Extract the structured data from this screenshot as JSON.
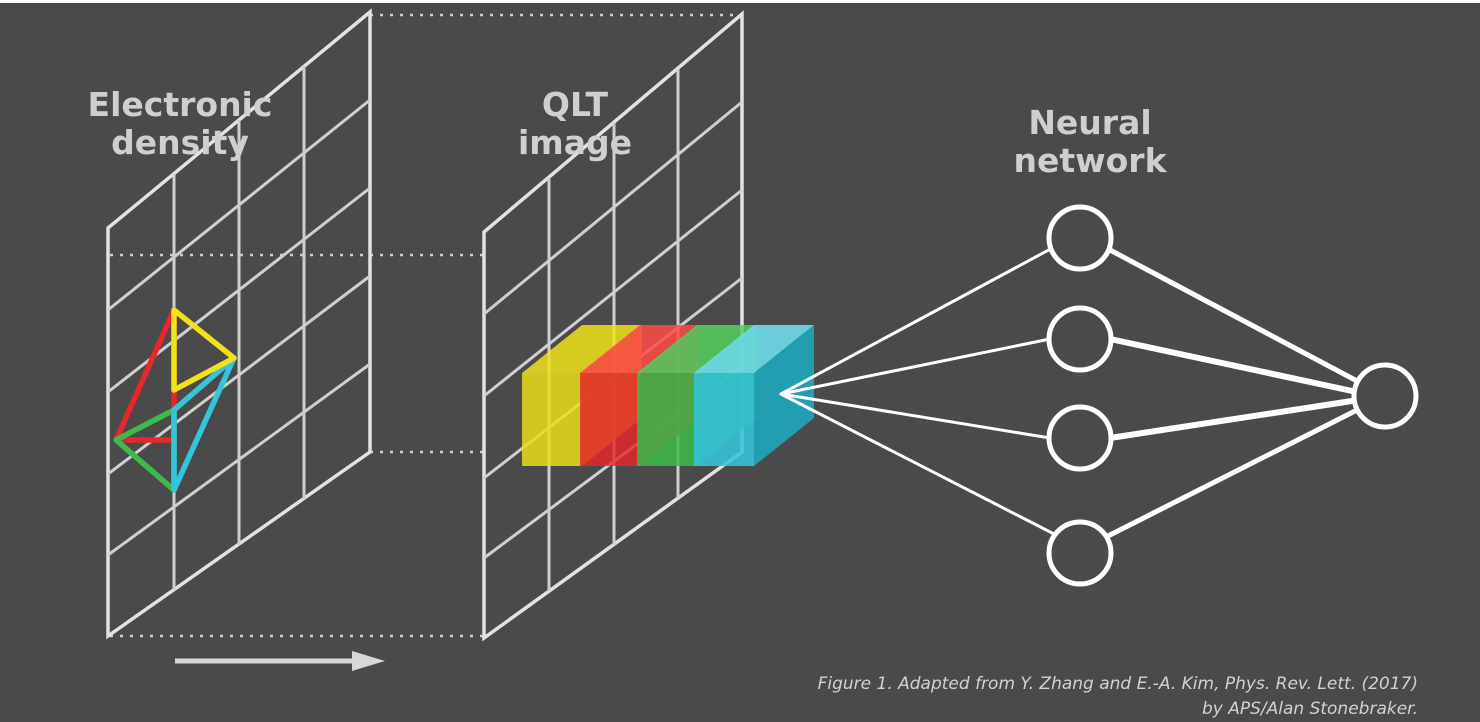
{
  "labels": {
    "electronic_density": [
      "Electronic",
      "density"
    ],
    "qlt_image": [
      "QLT",
      "image"
    ],
    "neural_network": [
      "Neural",
      "network"
    ]
  },
  "caption": {
    "line1": "Figure 1. Adapted from Y. Zhang and E.-A. Kim, Phys. Rev. Lett. (2017)",
    "line2": "by APS/Alan Stonebraker."
  },
  "colors": {
    "background": "#4a4a4a",
    "frame": "#e6e6e6",
    "grid": "#c9c9c9",
    "red": "#e8262b",
    "yellow": "#f0e21b",
    "green": "#3dbb4a",
    "cyan": "#35c5db",
    "node": "#ffffff"
  },
  "neural_network": {
    "input_nodes": 1,
    "hidden_nodes": 4,
    "output_nodes": 1
  }
}
